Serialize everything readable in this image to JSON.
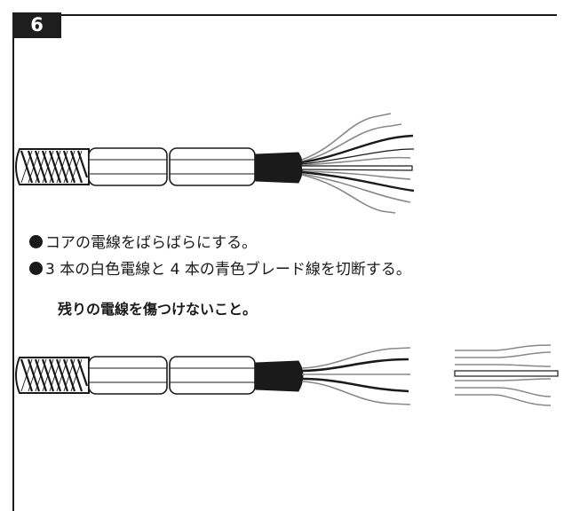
{
  "step": {
    "number": "6"
  },
  "instructions": [
    {
      "text": "コアの電線をばらばらにする。"
    },
    {
      "text": "3 本の白色電線と 4 本の青色ブレード線を切断する。"
    }
  ],
  "warning": {
    "text": "残りの電線を傷つけないこと。"
  },
  "figures": {
    "top": {
      "label": "cable-with-core-wires-separated"
    },
    "bottom": {
      "label": "cable-after-cutting-wires"
    }
  }
}
